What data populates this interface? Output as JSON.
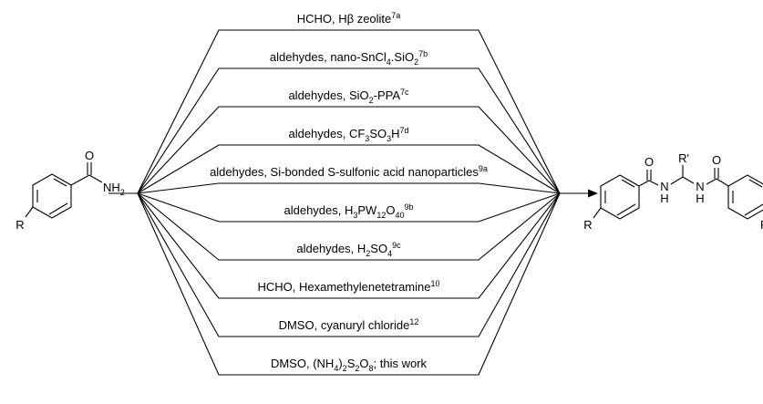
{
  "colors": {
    "ink": "#000000",
    "highlight": "#e8231d"
  },
  "reactant": {
    "carbonyl_o": "O",
    "amine": {
      "prefix": "NH",
      "sub": "2"
    },
    "substituent": "R"
  },
  "product": {
    "o_left": "O",
    "o_right": "O",
    "n_left": "N",
    "h_left": "H",
    "n_right": "N",
    "h_right": "H",
    "r_prime": "R'",
    "r_left": "R",
    "r_right": "R"
  },
  "conditions": [
    {
      "id": "hcho-hbeta-zeolite",
      "segments": [
        {
          "t": "HCHO, H"
        },
        {
          "t": "β"
        },
        {
          "t": " zeolite"
        },
        {
          "t": "7a",
          "s": "sup"
        }
      ]
    },
    {
      "id": "nano-sncl4-sio2",
      "segments": [
        {
          "t": "aldehydes, nano-SnCl"
        },
        {
          "t": "4",
          "s": "sub"
        },
        {
          "t": ".SiO"
        },
        {
          "t": "2",
          "s": "sub"
        },
        {
          "t": "7b",
          "s": "sup"
        }
      ]
    },
    {
      "id": "sio2-ppa",
      "segments": [
        {
          "t": "aldehydes, SiO"
        },
        {
          "t": "2",
          "s": "sub"
        },
        {
          "t": "-PPA"
        },
        {
          "t": "7c",
          "s": "sup"
        }
      ]
    },
    {
      "id": "cf3so3h",
      "segments": [
        {
          "t": "aldehydes, CF"
        },
        {
          "t": "3",
          "s": "sub"
        },
        {
          "t": "SO"
        },
        {
          "t": "3",
          "s": "sub"
        },
        {
          "t": "H"
        },
        {
          "t": "7d",
          "s": "sup"
        }
      ]
    },
    {
      "id": "si-bonded-ssa",
      "segments": [
        {
          "t": "aldehydes, Si-bonded S-sulfonic acid nanoparticles"
        },
        {
          "t": "9a",
          "s": "sup"
        }
      ]
    },
    {
      "id": "h3pw12o40",
      "segments": [
        {
          "t": "aldehydes, H"
        },
        {
          "t": "3",
          "s": "sub"
        },
        {
          "t": "PW"
        },
        {
          "t": "12",
          "s": "sub"
        },
        {
          "t": "O"
        },
        {
          "t": "40",
          "s": "sub"
        },
        {
          "t": "9b",
          "s": "sup"
        }
      ]
    },
    {
      "id": "h2so4",
      "segments": [
        {
          "t": "aldehydes, H"
        },
        {
          "t": "2",
          "s": "sub"
        },
        {
          "t": "SO"
        },
        {
          "t": "4",
          "s": "sub"
        },
        {
          "t": "9c",
          "s": "sup"
        }
      ]
    },
    {
      "id": "hexamethylenetetramine",
      "segments": [
        {
          "t": "HCHO, Hexamethylenetetramine"
        },
        {
          "t": "10",
          "s": "sup"
        }
      ]
    },
    {
      "id": "dmso-cyanuryl-chloride",
      "segments": [
        {
          "t": "DMSO, cyanuryl chloride"
        },
        {
          "t": "12",
          "s": "sup"
        }
      ]
    },
    {
      "id": "this-work",
      "highlight": true,
      "segments": [
        {
          "t": "DMSO, (NH"
        },
        {
          "t": "4",
          "s": "sub"
        },
        {
          "t": ")"
        },
        {
          "t": "2",
          "s": "sub"
        },
        {
          "t": "S"
        },
        {
          "t": "2",
          "s": "sub"
        },
        {
          "t": "O"
        },
        {
          "t": "8",
          "s": "sub"
        },
        {
          "t": "; this work"
        }
      ]
    }
  ]
}
